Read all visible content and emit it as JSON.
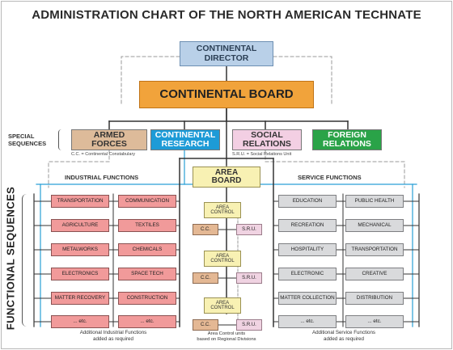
{
  "title": "ADMINISTRATION CHART OF THE NORTH AMERICAN TECHNATE",
  "director": {
    "line1": "CONTINENTAL",
    "line2": "DIRECTOR"
  },
  "board": "CONTINENTAL BOARD",
  "special_sequences": {
    "label_line1": "SPECIAL",
    "label_line2": "SEQUENCES",
    "armed": {
      "line1": "ARMED",
      "line2": "FORCES",
      "note": "C.C. = Continental Constabulary"
    },
    "research": {
      "line1": "CONTINENTAL",
      "line2": "RESEARCH"
    },
    "social": {
      "line1": "SOCIAL",
      "line2": "RELATIONS",
      "note": "S.R.U. = Social Relations Unit"
    },
    "foreign": {
      "line1": "FOREIGN",
      "line2": "RELATIONS"
    }
  },
  "functional_sequences_label": "FUNCTIONAL SEQUENCES",
  "industrial": {
    "heading": "INDUSTRIAL FUNCTIONS",
    "items": [
      "TRANSPORTATION",
      "COMMUNICATION",
      "AGRICULTURE",
      "TEXTILES",
      "METALWORKS",
      "CHEMICALS",
      "ELECTRONICS",
      "SPACE TECH",
      "MATTER RECOVERY",
      "CONSTRUCTION",
      "... etc.",
      "... etc."
    ],
    "footer_line1": "Additional Industrial Functions",
    "footer_line2": "added as required"
  },
  "service": {
    "heading": "SERVICE FUNCTIONS",
    "items": [
      "EDUCATION",
      "PUBLIC HEALTH",
      "RECREATION",
      "MECHANICAL",
      "HOSPITALITY",
      "TRANSPORTATION",
      "ELECTRONIC",
      "CREATIVE",
      "MATTER COLLECTION",
      "DISTRIBUTION",
      "... etc.",
      "... etc."
    ],
    "footer_line1": "Additional Service Functions",
    "footer_line2": "added as required"
  },
  "area": {
    "board_line1": "AREA",
    "board_line2": "BOARD",
    "control_line1": "AREA",
    "control_line2": "CONTROL",
    "cc": "C.C.",
    "sru": "S.R.U.",
    "footer_line1": "Area Control units",
    "footer_line2": "based on Regional Divisions"
  },
  "colors": {
    "director": "#b9d0e8",
    "board": "#f1a33b",
    "armed": "#ddbb9a",
    "research": "#1d9bd7",
    "social": "#f3cfe3",
    "foreign": "#2aa348",
    "industrial": "#f19a9a",
    "service": "#d9dadc",
    "area": "#f8f1b3",
    "connector_blue": "#2a9fd6"
  }
}
